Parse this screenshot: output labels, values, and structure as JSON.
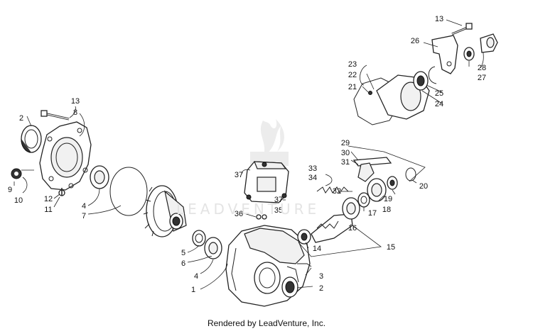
{
  "credit": "Rendered by LeadVenture, Inc.",
  "watermark_text": "LEADVENTURE",
  "callouts": [
    "1",
    "2",
    "2",
    "3",
    "4",
    "4",
    "5",
    "6",
    "7",
    "8",
    "9",
    "10",
    "11",
    "12",
    "13",
    "13",
    "14",
    "15",
    "16",
    "17",
    "18",
    "19",
    "20",
    "21",
    "22",
    "23",
    "24",
    "25",
    "26",
    "27",
    "28",
    "29",
    "30",
    "31",
    "32",
    "33",
    "34",
    "35",
    "36",
    "37",
    "37"
  ],
  "colors": {
    "line": "#222222",
    "background": "#ffffff",
    "watermark": "#e4e4e4"
  }
}
